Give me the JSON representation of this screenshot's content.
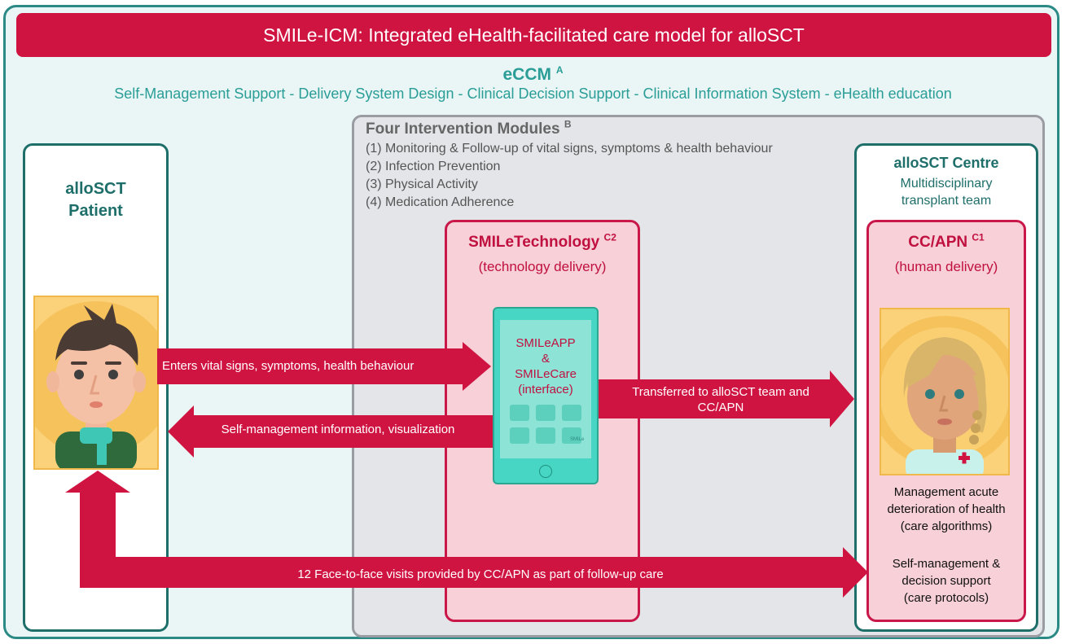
{
  "title": "SMILe-ICM:  Integrated eHealth-facilitated care model for alloSCT",
  "eccm": {
    "title": "eCCM",
    "superscript": "A",
    "items": "Self-Management Support - Delivery System Design - Clinical Decision Support - Clinical Information System - eHealth education"
  },
  "modules": {
    "title": "Four Intervention Modules",
    "superscript": "B",
    "items": [
      "(1) Monitoring & Follow-up of vital signs, symptoms & health behaviour",
      "(2) Infection Prevention",
      "(3) Physical Activity",
      "(4) Medication Adherence"
    ]
  },
  "patient": {
    "title_line1": "alloSCT",
    "title_line2": "Patient"
  },
  "centre": {
    "title": "alloSCT Centre",
    "subtitle_line1": "Multidisciplinary",
    "subtitle_line2": "transplant team"
  },
  "technology": {
    "title": "SMILeTechnology",
    "superscript": "C2",
    "subtitle": "(technology delivery)",
    "phone_line1": "SMILeAPP",
    "phone_line2": "&",
    "phone_line3": "SMILeCare",
    "phone_line4": "(interface)",
    "phone_tile_label": "SMILe"
  },
  "apn": {
    "title": "CC/APN",
    "superscript": "C1",
    "subtitle": "(human delivery)",
    "text1_line1": "Management acute",
    "text1_line2": "deterioration of health",
    "text1_line3": "(care algorithms)",
    "text2_line1": "Self-management &",
    "text2_line2": "decision support",
    "text2_line3": "(care protocols)"
  },
  "arrows": {
    "enters": "Enters vital signs, symptoms, health behaviour",
    "self_management": "Self-management information, visualization",
    "transferred_line1": "Transferred to alloSCT team and",
    "transferred_line2": "CC/APN",
    "face_to_face": "12 Face-to-face visits provided by CC/APN as part of follow-up care"
  },
  "colors": {
    "accent_red": "#d01442",
    "teal": "#2a9d97",
    "dark_teal": "#1e6e6a",
    "pink": "#f7d0d8",
    "grey_box": "#e4e5e9"
  }
}
